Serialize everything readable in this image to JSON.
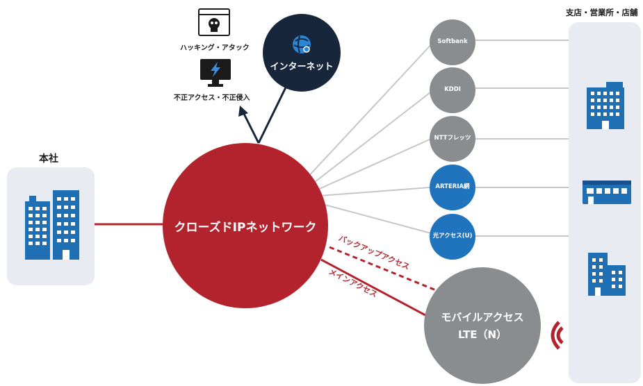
{
  "colors": {
    "red": "#b3232d",
    "gray_node": "#8a8d90",
    "blue_node": "#1f74bd",
    "navy": "#17263a",
    "panel": "#e8ecf2",
    "building_blue": "#1f6fb5"
  },
  "hq": {
    "title": "本社",
    "icon": "office-buildings-icon"
  },
  "branches": {
    "title": "支店・営業所・店舗",
    "icons": [
      "office-building-icon",
      "storefront-icon",
      "office-tower-icon"
    ]
  },
  "central": {
    "label": "クローズドIPネットワーク"
  },
  "internet": {
    "label": "インターネット",
    "icon": "globe-icon"
  },
  "threats": [
    {
      "label": "ハッキング・アタック",
      "icon": "skull-window-icon"
    },
    {
      "label": "不正アクセス・不正侵入",
      "icon": "lightning-monitor-icon"
    }
  ],
  "carriers": [
    {
      "label": "Softbank",
      "style": "gray"
    },
    {
      "label": "KDDI",
      "style": "gray"
    },
    {
      "label": "NTTフレッツ",
      "style": "gray"
    },
    {
      "label": "ARTERIA網",
      "style": "blue"
    },
    {
      "label": "光アクセス(U)",
      "style": "blue"
    }
  ],
  "mobile": {
    "line1": "モバイルアクセス",
    "line2": "LTE（N）",
    "icon": "wireless-signal-icon"
  },
  "links": {
    "backup": "バックアップアクセス",
    "main": "メインアクセス"
  }
}
